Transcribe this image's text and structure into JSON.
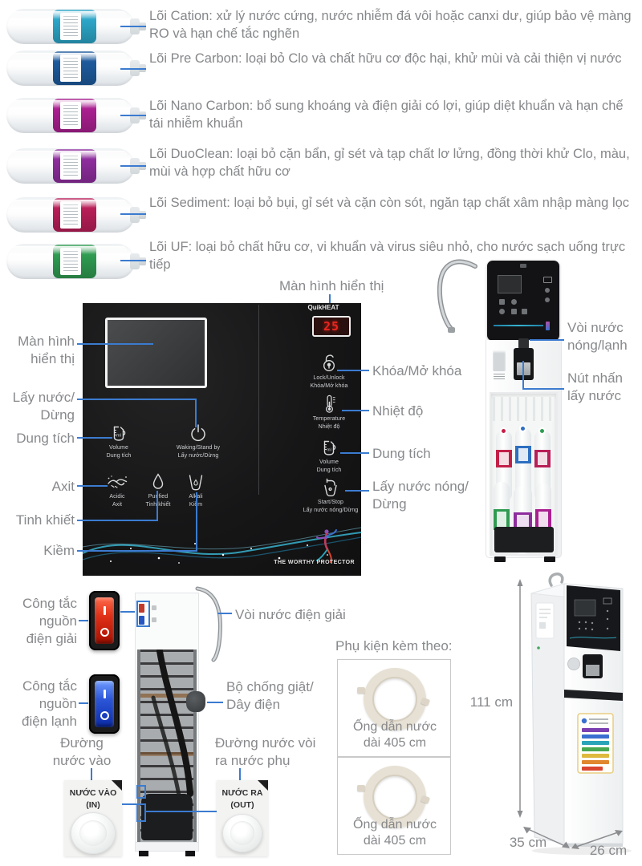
{
  "filters": {
    "items": [
      {
        "name": "cation",
        "color": "#2ba5c7",
        "label": "Lõi Cation: xử lý nước cứng, nước nhiễm đá vôi hoặc canxi dư, giúp bảo vệ màng RO và hạn chế tắc nghẽn"
      },
      {
        "name": "pre-carbon",
        "color": "#1d5a9c",
        "label": "Lõi Pre Carbon: loại bỏ Clo và chất hữu cơ độc hại, khử mùi và cải thiện vị nước"
      },
      {
        "name": "nano-carbon",
        "color": "#aa1f90",
        "label": "Lõi Nano Carbon: bổ sung khoáng và điện giải có lợi, giúp diệt khuẩn và hạn chế tái nhiễm khuẩn"
      },
      {
        "name": "duoclean",
        "color": "#8e2d9d",
        "label": "Lõi DuoClean: loại bỏ cặn bẩn, gỉ sét và tạp chất lơ lửng, đồng thời khử Clo, màu, mùi và hợp chất hữu cơ"
      },
      {
        "name": "sediment",
        "color": "#b81e57",
        "label": "Lõi Sediment: loại bỏ bụi, gỉ sét và cặn còn sót, ngăn tạp chất xâm nhập màng lọc"
      },
      {
        "name": "uf",
        "color": "#2f9b51",
        "label": "Lõi UF: loại bỏ chất hữu cơ, vi khuẩn và virus siêu nhỏ, cho nước sạch uống trực tiếp"
      }
    ]
  },
  "panel": {
    "title_label": "Màn hình hiển thị",
    "quikheat": "QuikHEAT",
    "display_value": "25",
    "lock_en": "Lock/Unlock",
    "lock_vi": "Khóa/Mở khóa",
    "temp_en": "Temperature",
    "temp_vi": "Nhiệt độ",
    "volume_en": "Volume",
    "volume_vi": "Dung tích",
    "waking_en": "Waking/Stand by",
    "waking_vi": "Lấy nước/Dừng",
    "acidic_en": "Acidic",
    "acidic_vi": "Axit",
    "purified_en": "Purified",
    "purified_vi": "Tinh khiết",
    "alkali_en": "Alkali",
    "alkali_vi": "Kiềm",
    "startstop_en": "Start/Stop",
    "startstop_vi": "Lấy nước nóng/Dừng",
    "slogan": "THE WORTHY PROTECTOR"
  },
  "callouts": {
    "left": {
      "screen": "Màn hình\nhiển thị",
      "dispense": "Lấy nước/\nDừng",
      "volume": "Dung tích",
      "acid": "Axit",
      "purified": "Tinh khiết",
      "alkali": "Kiềm"
    },
    "right": {
      "lock": "Khóa/Mở khóa",
      "temperature": "Nhiệt độ",
      "volume": "Dung tích",
      "hot_dispense": "Lấy nước nóng/\nDừng"
    },
    "dispenser": {
      "faucet": "Vòi nước\nnóng/lạnh",
      "button": "Nút nhấn\nlấy nước"
    },
    "bottom": {
      "switch_electrolysis": "Công tắc\nnguồn\nđiện giải",
      "switch_cooling": "Công tắc\nnguồn\nđiện lạnh",
      "electrolysis_faucet": "Vòi nước điện giải",
      "shock_protector": "Bộ chống giật/\nDây điện",
      "water_in": "Đường\nnước vào",
      "water_out": "Đường nước vòi\nra nước phụ",
      "in_box": "NƯỚC VÀO\n(IN)",
      "out_box": "NƯỚC RA\n(OUT)"
    }
  },
  "accessories": {
    "title": "Phụ kiện kèm theo:",
    "items": [
      {
        "label": "Ống dẫn nước\ndài 405 cm"
      },
      {
        "label": "Ống dẫn nước\ndài 405 cm"
      }
    ]
  },
  "dimensions": {
    "height": "111 cm",
    "depth": "35 cm",
    "width": "26 cm"
  },
  "colors": {
    "callout_line": "#3b7bd0",
    "label_text": "#87898c",
    "panel_bg": "#171717",
    "digit_red": "#e8251f"
  }
}
